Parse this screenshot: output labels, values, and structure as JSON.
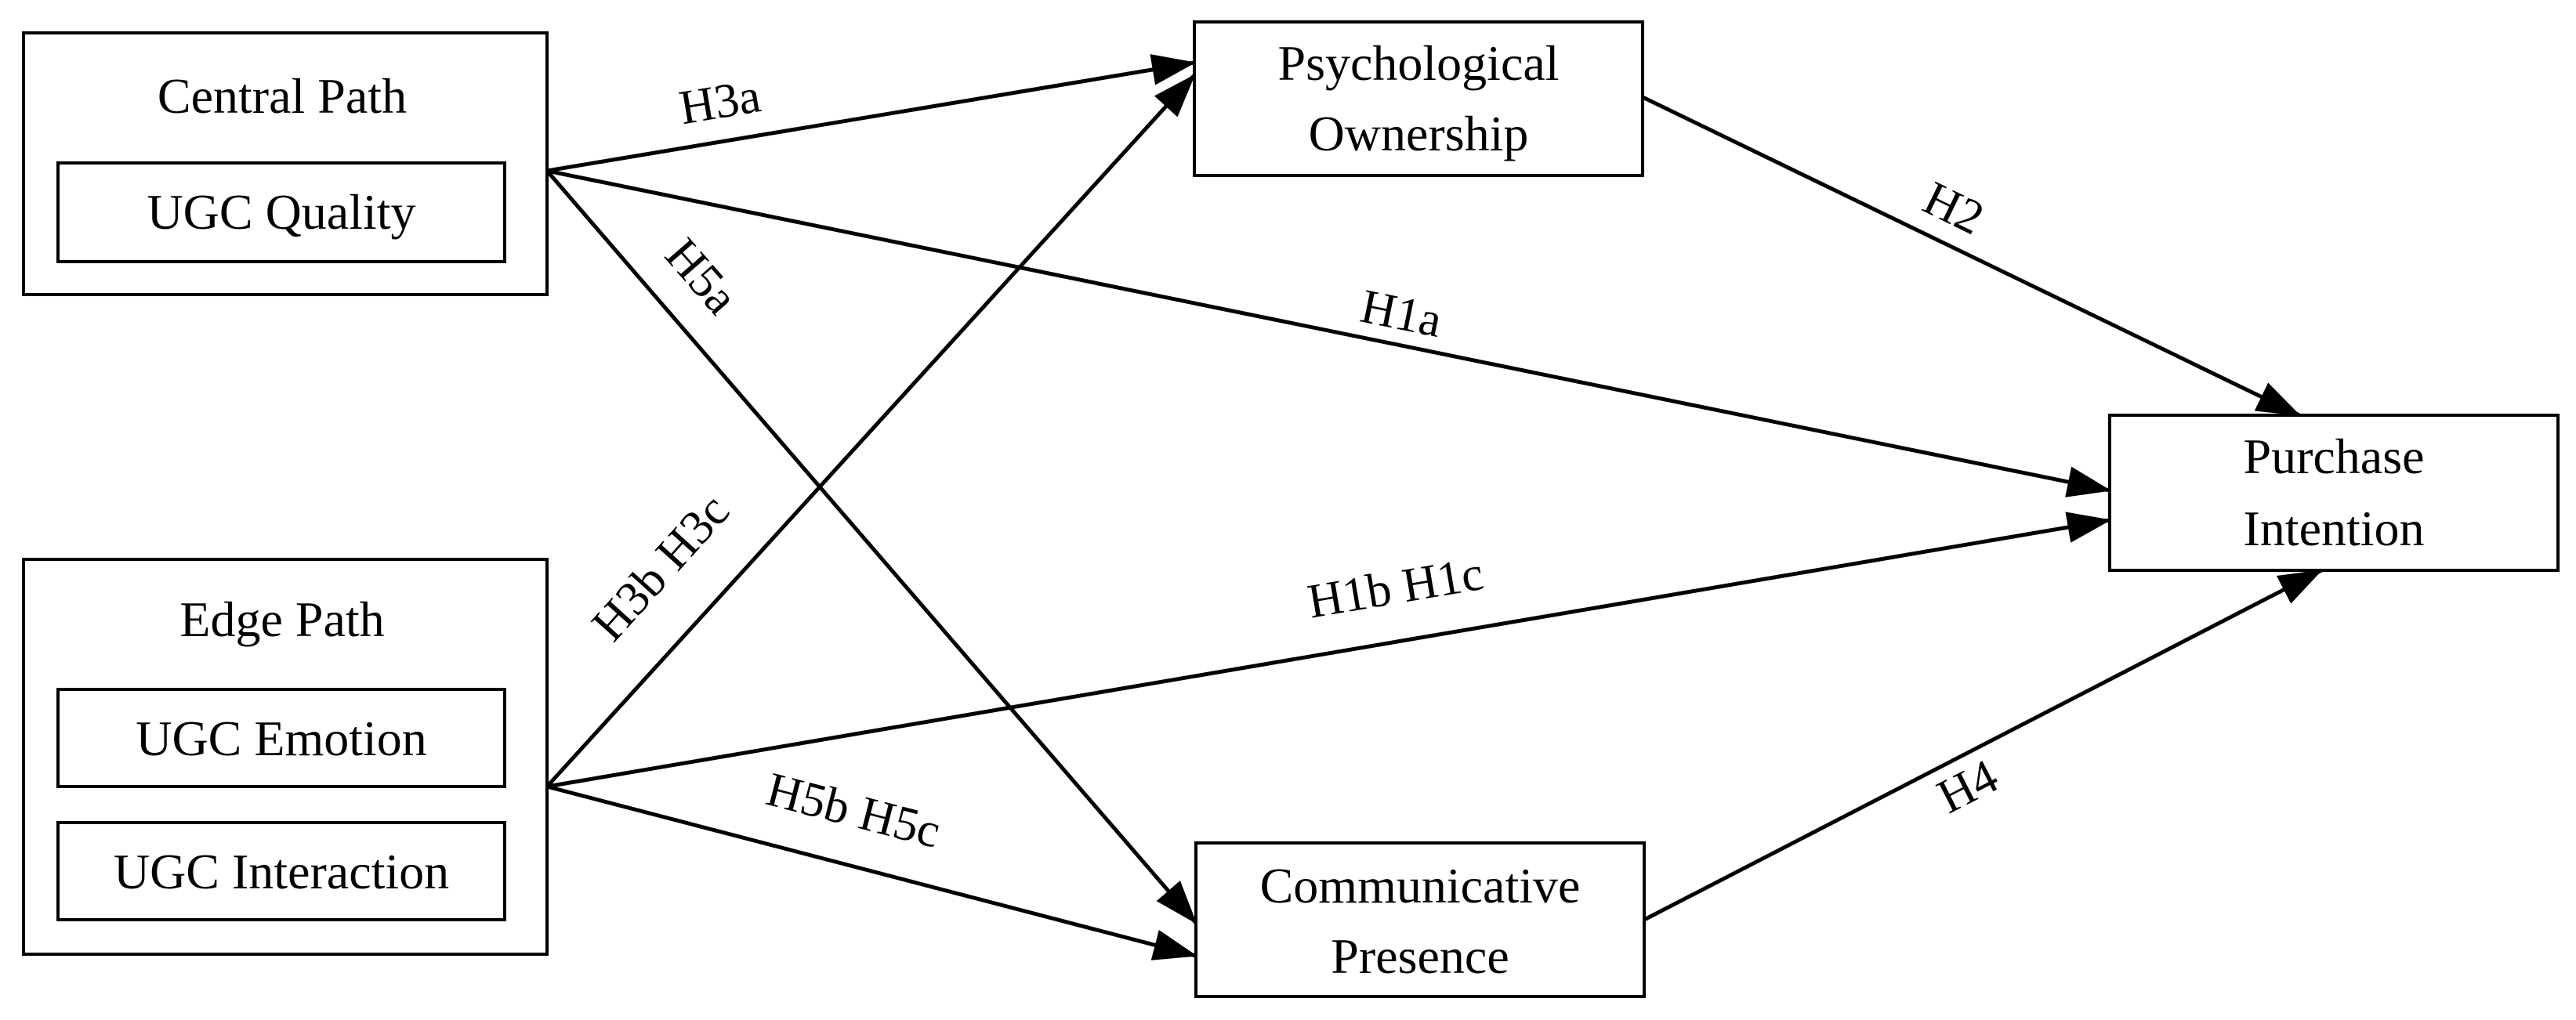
{
  "groups": {
    "central": {
      "title": "Central Path",
      "items": [
        "UGC Quality"
      ]
    },
    "edge": {
      "title": "Edge Path",
      "items": [
        "UGC Emotion",
        "UGC Interaction"
      ]
    }
  },
  "nodes": {
    "psychological_ownership": [
      "Psychological",
      "Ownership"
    ],
    "communicative_presence": [
      "Communicative",
      "Presence"
    ],
    "purchase_intention": [
      "Purchase",
      "Intention"
    ]
  },
  "edges": [
    {
      "id": "h3a",
      "label": "H3a",
      "from": "Central Path",
      "to": "Psychological Ownership"
    },
    {
      "id": "h5a",
      "label": "H5a",
      "from": "Central Path",
      "to": "Communicative Presence"
    },
    {
      "id": "h1a",
      "label": "H1a",
      "from": "Central Path",
      "to": "Purchase Intention"
    },
    {
      "id": "h3b-h3c",
      "label": "H3b H3c",
      "from": "Edge Path",
      "to": "Psychological Ownership"
    },
    {
      "id": "h1b-h1c",
      "label": "H1b H1c",
      "from": "Edge Path",
      "to": "Purchase Intention"
    },
    {
      "id": "h5b-h5c",
      "label": "H5b H5c",
      "from": "Edge Path",
      "to": "Communicative Presence"
    },
    {
      "id": "h2",
      "label": "H2",
      "from": "Psychological Ownership",
      "to": "Purchase Intention"
    },
    {
      "id": "h4",
      "label": "H4",
      "from": "Communicative Presence",
      "to": "Purchase Intention"
    }
  ]
}
